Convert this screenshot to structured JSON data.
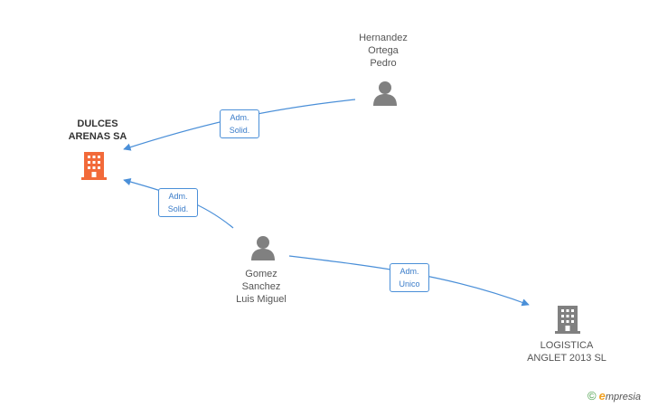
{
  "nodes": {
    "dulces": {
      "lines": [
        "DULCES",
        "ARENAS SA"
      ],
      "type": "company",
      "color": "#f26a3a"
    },
    "hernandez": {
      "lines": [
        "Hernandez",
        "Ortega",
        "Pedro"
      ],
      "type": "person",
      "color": "#808080"
    },
    "gomez": {
      "lines": [
        "Gomez",
        "Sanchez",
        "Luis Miguel"
      ],
      "type": "person",
      "color": "#808080"
    },
    "logistica": {
      "lines": [
        "LOGISTICA",
        "ANGLET 2013 SL"
      ],
      "type": "company",
      "color": "#808080"
    }
  },
  "edges": [
    {
      "from": "hernandez",
      "to": "dulces",
      "label": [
        "Adm.",
        "Solid."
      ]
    },
    {
      "from": "gomez",
      "to": "dulces",
      "label": [
        "Adm.",
        "Solid."
      ]
    },
    {
      "from": "gomez",
      "to": "logistica",
      "label": [
        "Adm.",
        "Unico"
      ]
    }
  ],
  "brand": {
    "copyright": "©",
    "initial": "e",
    "name": "mpresia"
  },
  "colors": {
    "edge": "#4a8fd8",
    "badge_text": "#3a7cc9"
  }
}
